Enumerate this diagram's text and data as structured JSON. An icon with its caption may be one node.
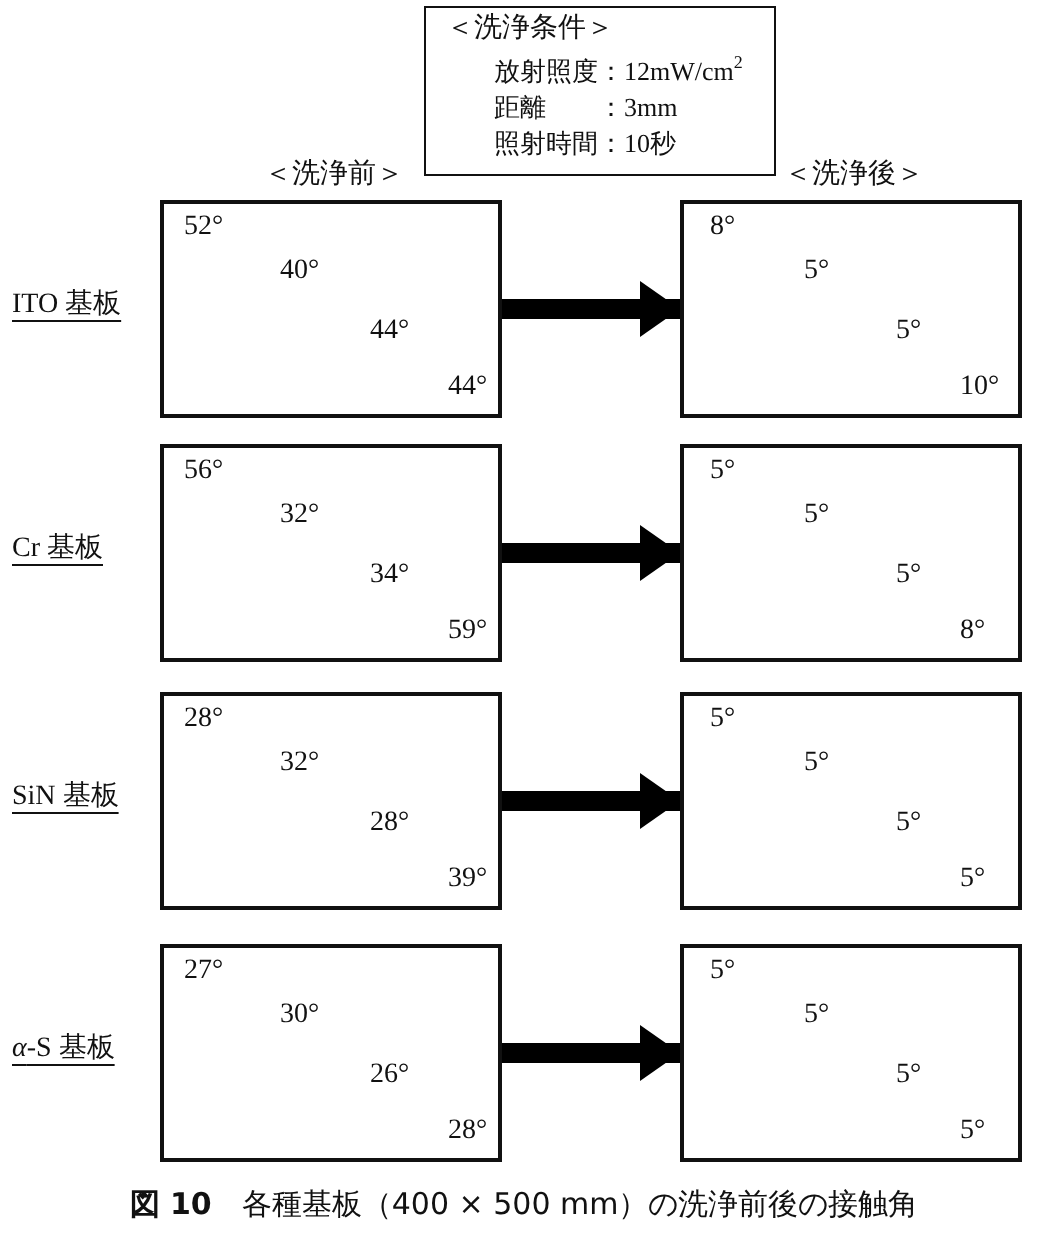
{
  "diagram": {
    "caption": "**図 10**　各種基板（400 × 500 mm）の洗浄前後の接触角",
    "nodes": [
      {
        "text": [
          "＜洗浄条件＞",
          "放射照度：12mW/cm$^{2}$",
          "距離　　：3mm",
          "照射時間：10秒"
        ]
      },
      {
        "text": [
          "52°",
          "40°",
          "44°",
          "44°"
        ],
        "beside": [
          "ITO 基板"
        ]
      },
      {
        "text": [
          "8°",
          "5°",
          "5°",
          "10°"
        ]
      },
      {
        "text": [
          "56°",
          "32°",
          "34°",
          "59°"
        ],
        "beside": [
          "Cr 基板"
        ]
      },
      {
        "text": [
          "5°",
          "5°",
          "5°",
          "8°"
        ]
      },
      {
        "text": [
          "28°",
          "32°",
          "28°",
          "39°"
        ],
        "beside": [
          "SiN 基板"
        ]
      },
      {
        "text": [
          "5°",
          "5°",
          "5°",
          "5°"
        ]
      },
      {
        "text": [
          "27°",
          "30°",
          "26°",
          "28°"
        ],
        "beside": [
          "*α*-S 基板"
        ]
      },
      {
        "text": [
          "5°",
          "5°",
          "5°",
          "5°"
        ]
      }
    ],
    "edges": [
      {
        "from": 1,
        "to": 2,
        "arrow": "to"
      },
      {
        "from": 3,
        "to": 4,
        "arrow": "to"
      },
      {
        "from": 5,
        "to": 6,
        "arrow": "to"
      },
      {
        "from": 7,
        "to": 8,
        "arrow": "to"
      }
    ],
    "labels": [
      "＜洗浄前＞",
      "＜洗浄後＞"
    ]
  }
}
